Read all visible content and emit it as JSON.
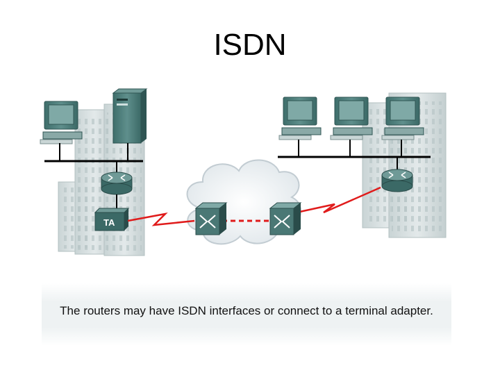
{
  "slide": {
    "title": "ISDN",
    "caption": "The routers may have ISDN interfaces or connect to a terminal adapter."
  },
  "diagram": {
    "terminal_adapter_label": "TA",
    "icons": [
      "building-icon",
      "pc-icon",
      "server-tower-icon",
      "router-icon",
      "terminal-adapter-icon",
      "isdn-cloud-icon",
      "isdn-switch-icon",
      "serial-link-icon"
    ],
    "colors": {
      "link_red": "#e01b1b",
      "device_teal": "#4f7f7c",
      "building_gray": "#d7e0e1",
      "cloud": "#f3f6f8"
    }
  }
}
